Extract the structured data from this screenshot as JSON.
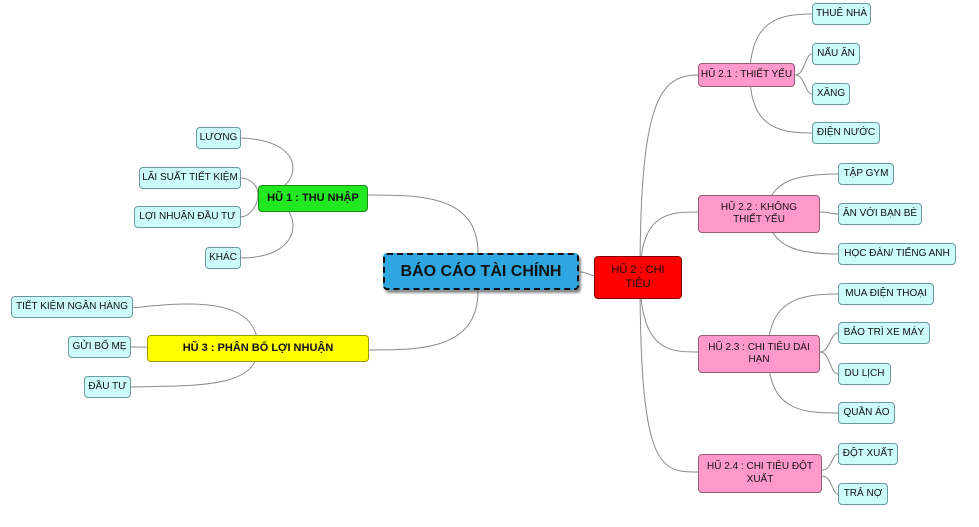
{
  "center": "BÁO CÁO TÀI CHÍNH",
  "hu1": {
    "title": "HŨ 1 : THU NHẬP",
    "items": [
      "LƯƠNG",
      "LÃI SUẤT TIẾT KIỆM",
      "LỢI NHUẬN ĐẦU TƯ",
      "KHÁC"
    ]
  },
  "hu3": {
    "title": "HŨ 3 : PHÂN BỔ LỢI NHUẬN",
    "items": [
      "TIẾT KIỆM NGÂN HÀNG",
      "GỬI BỐ MẸ",
      "ĐẦU TƯ"
    ]
  },
  "hu2": {
    "title": "HŨ 2 : CHI TIÊU",
    "groups": [
      {
        "title": "HŨ 2.1 : THIẾT YẾU",
        "items": [
          "THUÊ NHÀ",
          "NẤU ĂN",
          "XĂNG",
          "ĐIỆN NƯỚC"
        ]
      },
      {
        "title": "HŨ 2.2 : KHÔNG THIẾT YẾU",
        "items": [
          "TẬP GYM",
          "ĂN VỚI BẠN BÈ",
          "HỌC ĐÀN/ TIẾNG ANH"
        ]
      },
      {
        "title": "HŨ 2.3 : CHI TIÊU DÀI HẠN",
        "items": [
          "MUA ĐIỆN THOẠI",
          "BẢO TRÌ XE MÁY",
          "DU LỊCH",
          "QUẦN ÁO"
        ]
      },
      {
        "title": "HŨ 2.4 : CHI TIÊU ĐỘT XUẤT",
        "items": [
          "ĐỘT XUẤT",
          "TRẢ NỢ"
        ]
      }
    ]
  }
}
